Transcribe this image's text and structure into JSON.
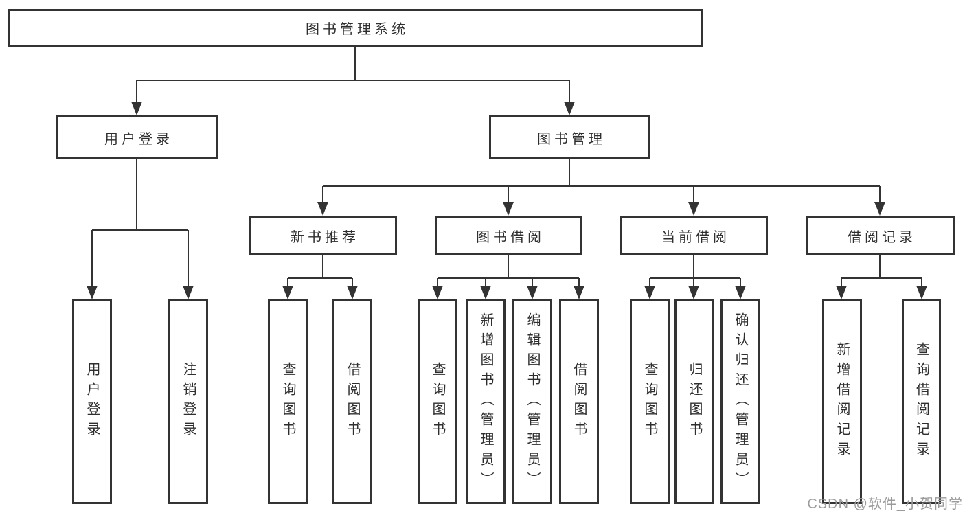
{
  "tree": {
    "root": "图书管理系统",
    "level1": [
      "用户登录",
      "图书管理"
    ],
    "login_children": [
      "用户登录",
      "注销登录"
    ],
    "groups": [
      {
        "label": "新书推荐",
        "children": [
          "查询图书",
          "借阅图书"
        ]
      },
      {
        "label": "图书借阅",
        "children": [
          "查询图书",
          "新增图书（管理员）",
          "编辑图书（管理员）",
          "借阅图书"
        ]
      },
      {
        "label": "当前借阅",
        "children": [
          "查询图书",
          "归还图书",
          "确认归还（管理员）"
        ]
      },
      {
        "label": "借阅记录",
        "children": [
          "新增借阅记录",
          "查询借阅记录"
        ]
      }
    ]
  },
  "watermark": "CSDN @软件_小贺同学",
  "colors": {
    "line": "#333333",
    "box_border": "#333333",
    "text": "#2e2e2e",
    "watermark": "#9b9b9b"
  }
}
